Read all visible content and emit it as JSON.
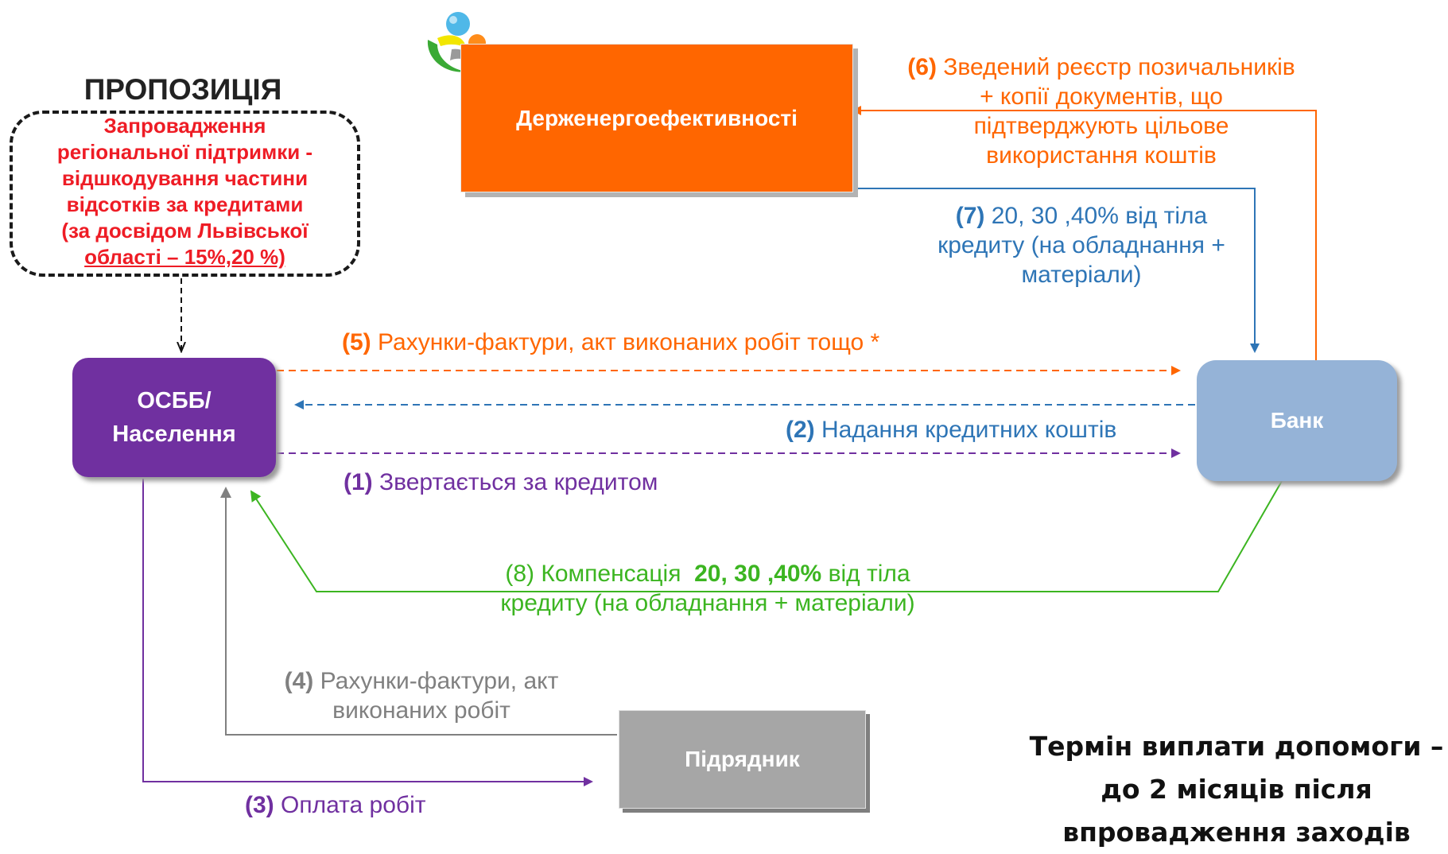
{
  "proposal": {
    "title": "ПРОПОЗИЦІЯ",
    "lines": [
      "Запровадження",
      "регіональної підтримки -",
      "відшкодування частини",
      "відсотків за кредитами",
      "(за досвідом Львівської",
      "області – 15%,20 %)"
    ]
  },
  "nodes": {
    "agency": "Держенергоефективності",
    "osbb_line1": "ОСББ/",
    "osbb_line2": "Населення",
    "bank": "Банк",
    "contractor": "Підрядник"
  },
  "flows": {
    "f6": {
      "num": "(6)",
      "lines": [
        "Зведений реєстр позичальників",
        "+ копії документів, що",
        "підтверджують цільове",
        "використання коштів"
      ]
    },
    "f7": {
      "num": "(7)",
      "lines": [
        "20, 30 ,40% від тіла",
        "кредиту (на обладнання +",
        "матеріали)"
      ]
    },
    "f5": {
      "num": "(5)",
      "text": "Рахунки-фактури, акт виконаних робіт тощо *"
    },
    "f2": {
      "num": "(2)",
      "text": "Надання кредитних коштів"
    },
    "f1": {
      "num": "(1)",
      "text": "Звертається за кредитом"
    },
    "f8": {
      "num": "(8)",
      "text_a": "Компенсація",
      "bold": "20, 30 ,40%",
      "text_b": "від тіла",
      "line2": "кредиту (на обладнання + матеріали)"
    },
    "f4": {
      "num": "(4)",
      "text": "Рахунки-фактури, акт",
      "line2": "виконаних робіт"
    },
    "f3": {
      "num": "(3)",
      "text": "Оплата робіт"
    }
  },
  "term": {
    "lines": [
      "Термін виплати допомоги –",
      "до 2 місяців після",
      "впровадження заходів"
    ]
  },
  "colors": {
    "orange": "#ff6600",
    "blue": "#2e75b6",
    "purple": "#7030a0",
    "green": "#3cb521",
    "gray": "#808080",
    "red": "#ee1c25",
    "bank_fill": "#95b3d7",
    "contractor_fill": "#a6a6a6"
  }
}
